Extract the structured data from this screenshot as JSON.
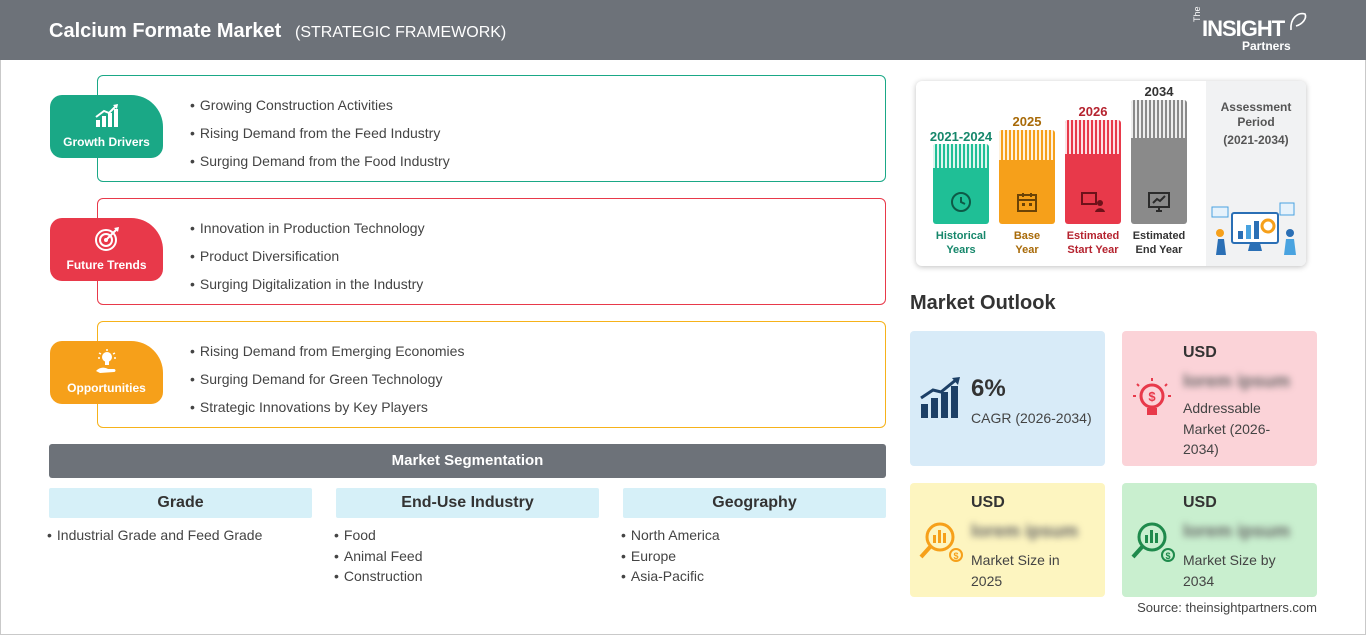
{
  "header": {
    "title": "Calcium Formate Market",
    "subtitle": "(STRATEGIC FRAMEWORK)",
    "logo": {
      "the": "The",
      "insight": "INSIGHT",
      "partners": "Partners"
    }
  },
  "framework": [
    {
      "label": "Growth Drivers",
      "icon": "growth-chart-icon",
      "color": "#1aa886",
      "items": [
        "Growing Construction Activities",
        "Rising Demand from the Feed Industry",
        "Surging Demand from the Food Industry"
      ]
    },
    {
      "label": "Future Trends",
      "icon": "target-icon",
      "color": "#e8394a",
      "items": [
        "Innovation in Production Technology",
        "Product Diversification",
        "Surging Digitalization in the Industry"
      ]
    },
    {
      "label": "Opportunities",
      "icon": "lightbulb-hand-icon",
      "color": "#f6a01a",
      "items": [
        "Rising Demand from Emerging Economies",
        "Surging Demand for Green Technology",
        "Strategic Innovations by Key Players"
      ]
    }
  ],
  "segmentation": {
    "title": "Market Segmentation",
    "columns": [
      {
        "head": "Grade",
        "items": [
          "Industrial Grade and Feed Grade"
        ]
      },
      {
        "head": "End-Use Industry",
        "items": [
          "Food",
          "Animal Feed",
          "Construction"
        ]
      },
      {
        "head": "Geography",
        "items": [
          "North America",
          "Europe",
          "Asia-Pacific"
        ]
      }
    ]
  },
  "timeline": {
    "columns": [
      {
        "year": "2021-2024",
        "label_1": "Historical",
        "label_2": "Years",
        "color": "#1fbf96",
        "text_color": "#16876b",
        "icon": "history-icon"
      },
      {
        "year": "2025",
        "label_1": "Base",
        "label_2": "Year",
        "color": "#f6a01a",
        "text_color": "#a86a08",
        "icon": "calendar-icon"
      },
      {
        "year": "2026",
        "label_1": "Estimated",
        "label_2": "Start Year",
        "color": "#e8394a",
        "text_color": "#b5232f",
        "icon": "presentation-icon"
      },
      {
        "year": "2034",
        "label_1": "Estimated",
        "label_2": "End Year",
        "color": "#8a8a8a",
        "text_color": "#444444",
        "icon": "monitor-chart-icon"
      }
    ],
    "assessment": {
      "label": "Assessment Period",
      "years": "(2021-2034)"
    }
  },
  "outlook": {
    "title": "Market Outlook",
    "cagr": {
      "value": "6%",
      "label": "CAGR (2026-2034)",
      "bg": "#d8ebf8"
    },
    "addressable": {
      "currency": "USD",
      "value": "lorem ipsum",
      "label": "Addressable Market (2026-2034)",
      "bg": "#fbd3d8"
    },
    "size_2025": {
      "currency": "USD",
      "value": "lorem ipsum",
      "label": "Market Size in 2025",
      "bg": "#fdf5c0"
    },
    "size_2034": {
      "currency": "USD",
      "value": "lorem ipsum",
      "label": "Market Size by 2034",
      "bg": "#c9efcf"
    }
  },
  "source": "Source: theinsightpartners.com"
}
